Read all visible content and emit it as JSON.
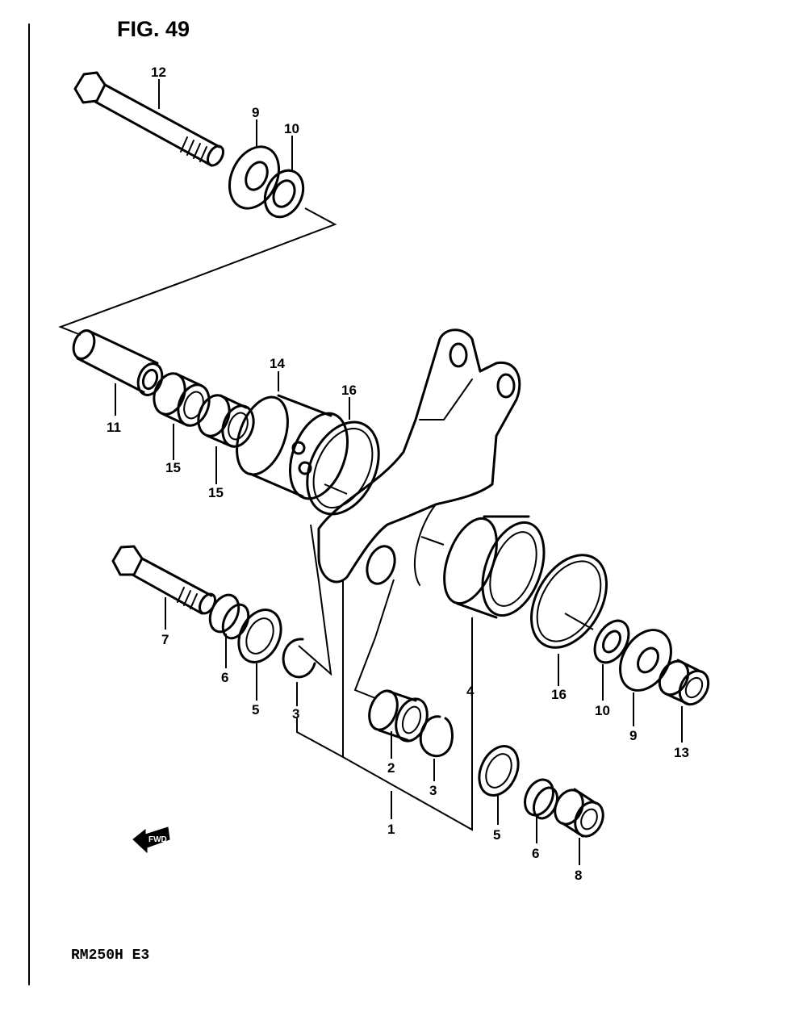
{
  "figure": {
    "title": "FIG. 49",
    "model": "RM250H E3"
  },
  "direction": {
    "label": "FWD"
  },
  "callouts": [
    {
      "id": "12",
      "label": "12"
    },
    {
      "id": "9",
      "label": "9"
    },
    {
      "id": "10",
      "label": "10"
    },
    {
      "id": "14",
      "label": "14"
    },
    {
      "id": "16",
      "label": "16"
    },
    {
      "id": "11",
      "label": "11"
    },
    {
      "id": "15",
      "label": "15"
    },
    {
      "id": "15",
      "label": "15"
    },
    {
      "id": "7",
      "label": "7"
    },
    {
      "id": "6",
      "label": "6"
    },
    {
      "id": "5",
      "label": "5"
    },
    {
      "id": "3",
      "label": "3"
    },
    {
      "id": "2",
      "label": "2"
    },
    {
      "id": "3",
      "label": "3"
    },
    {
      "id": "1",
      "label": "1"
    },
    {
      "id": "4",
      "label": "4"
    },
    {
      "id": "5",
      "label": "5"
    },
    {
      "id": "6",
      "label": "6"
    },
    {
      "id": "8",
      "label": "8"
    },
    {
      "id": "16",
      "label": "16"
    },
    {
      "id": "10",
      "label": "10"
    },
    {
      "id": "9",
      "label": "9"
    },
    {
      "id": "13",
      "label": "13"
    }
  ]
}
